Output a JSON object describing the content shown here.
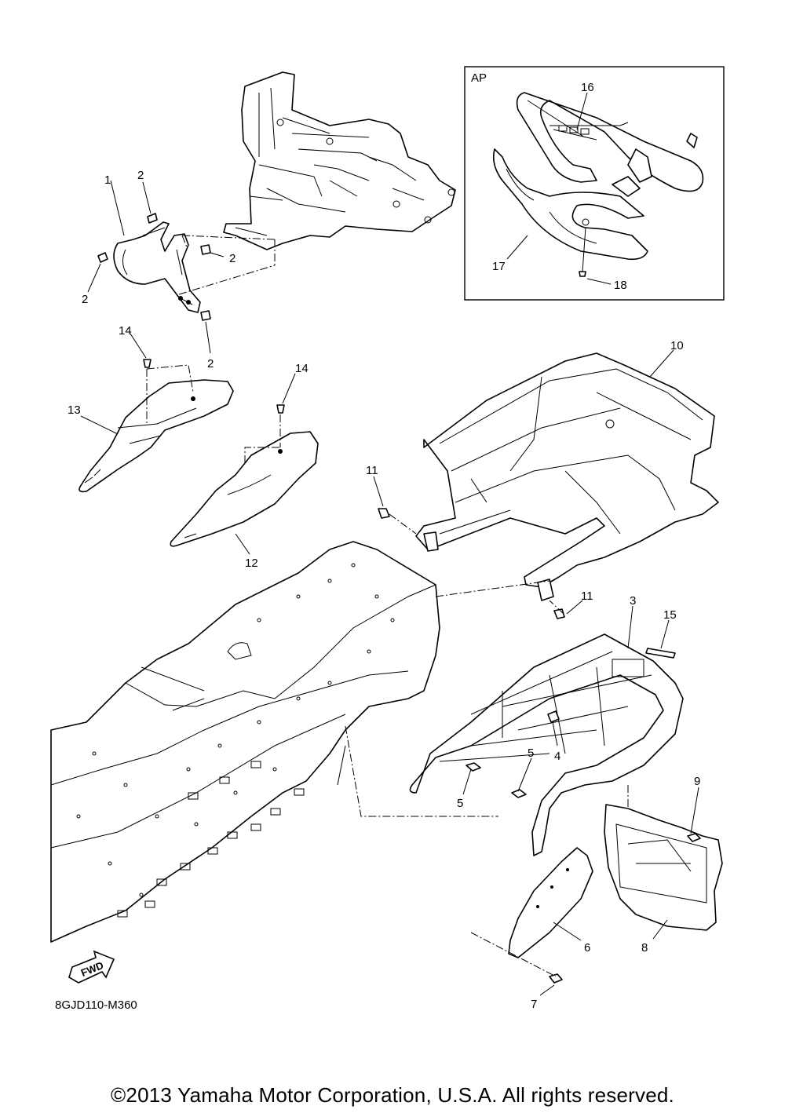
{
  "diagram": {
    "inset_label": "AP",
    "callouts": [
      "1",
      "2",
      "2",
      "2",
      "2",
      "14",
      "14",
      "13",
      "12",
      "10",
      "11",
      "11",
      "3",
      "15",
      "4",
      "5",
      "5",
      "9",
      "6",
      "8",
      "7",
      "16",
      "17",
      "18"
    ],
    "fwd_label": "FWD",
    "drawing_code": "8GJD110-M360",
    "copyright": "©2013 Yamaha Motor Corporation, U.S.A. All rights reserved."
  }
}
